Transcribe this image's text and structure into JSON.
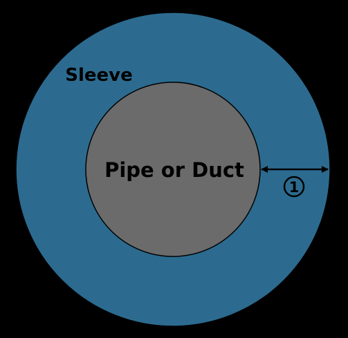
{
  "diagram": {
    "sleeve_label": "Sleeve",
    "pipe_label": "Pipe or Duct",
    "dimension_marker": "1",
    "colors": {
      "background": "#000000",
      "sleeve": "#2c6b8f",
      "pipe": "#6b6b6b",
      "outline": "#000000",
      "text": "#000000"
    }
  }
}
